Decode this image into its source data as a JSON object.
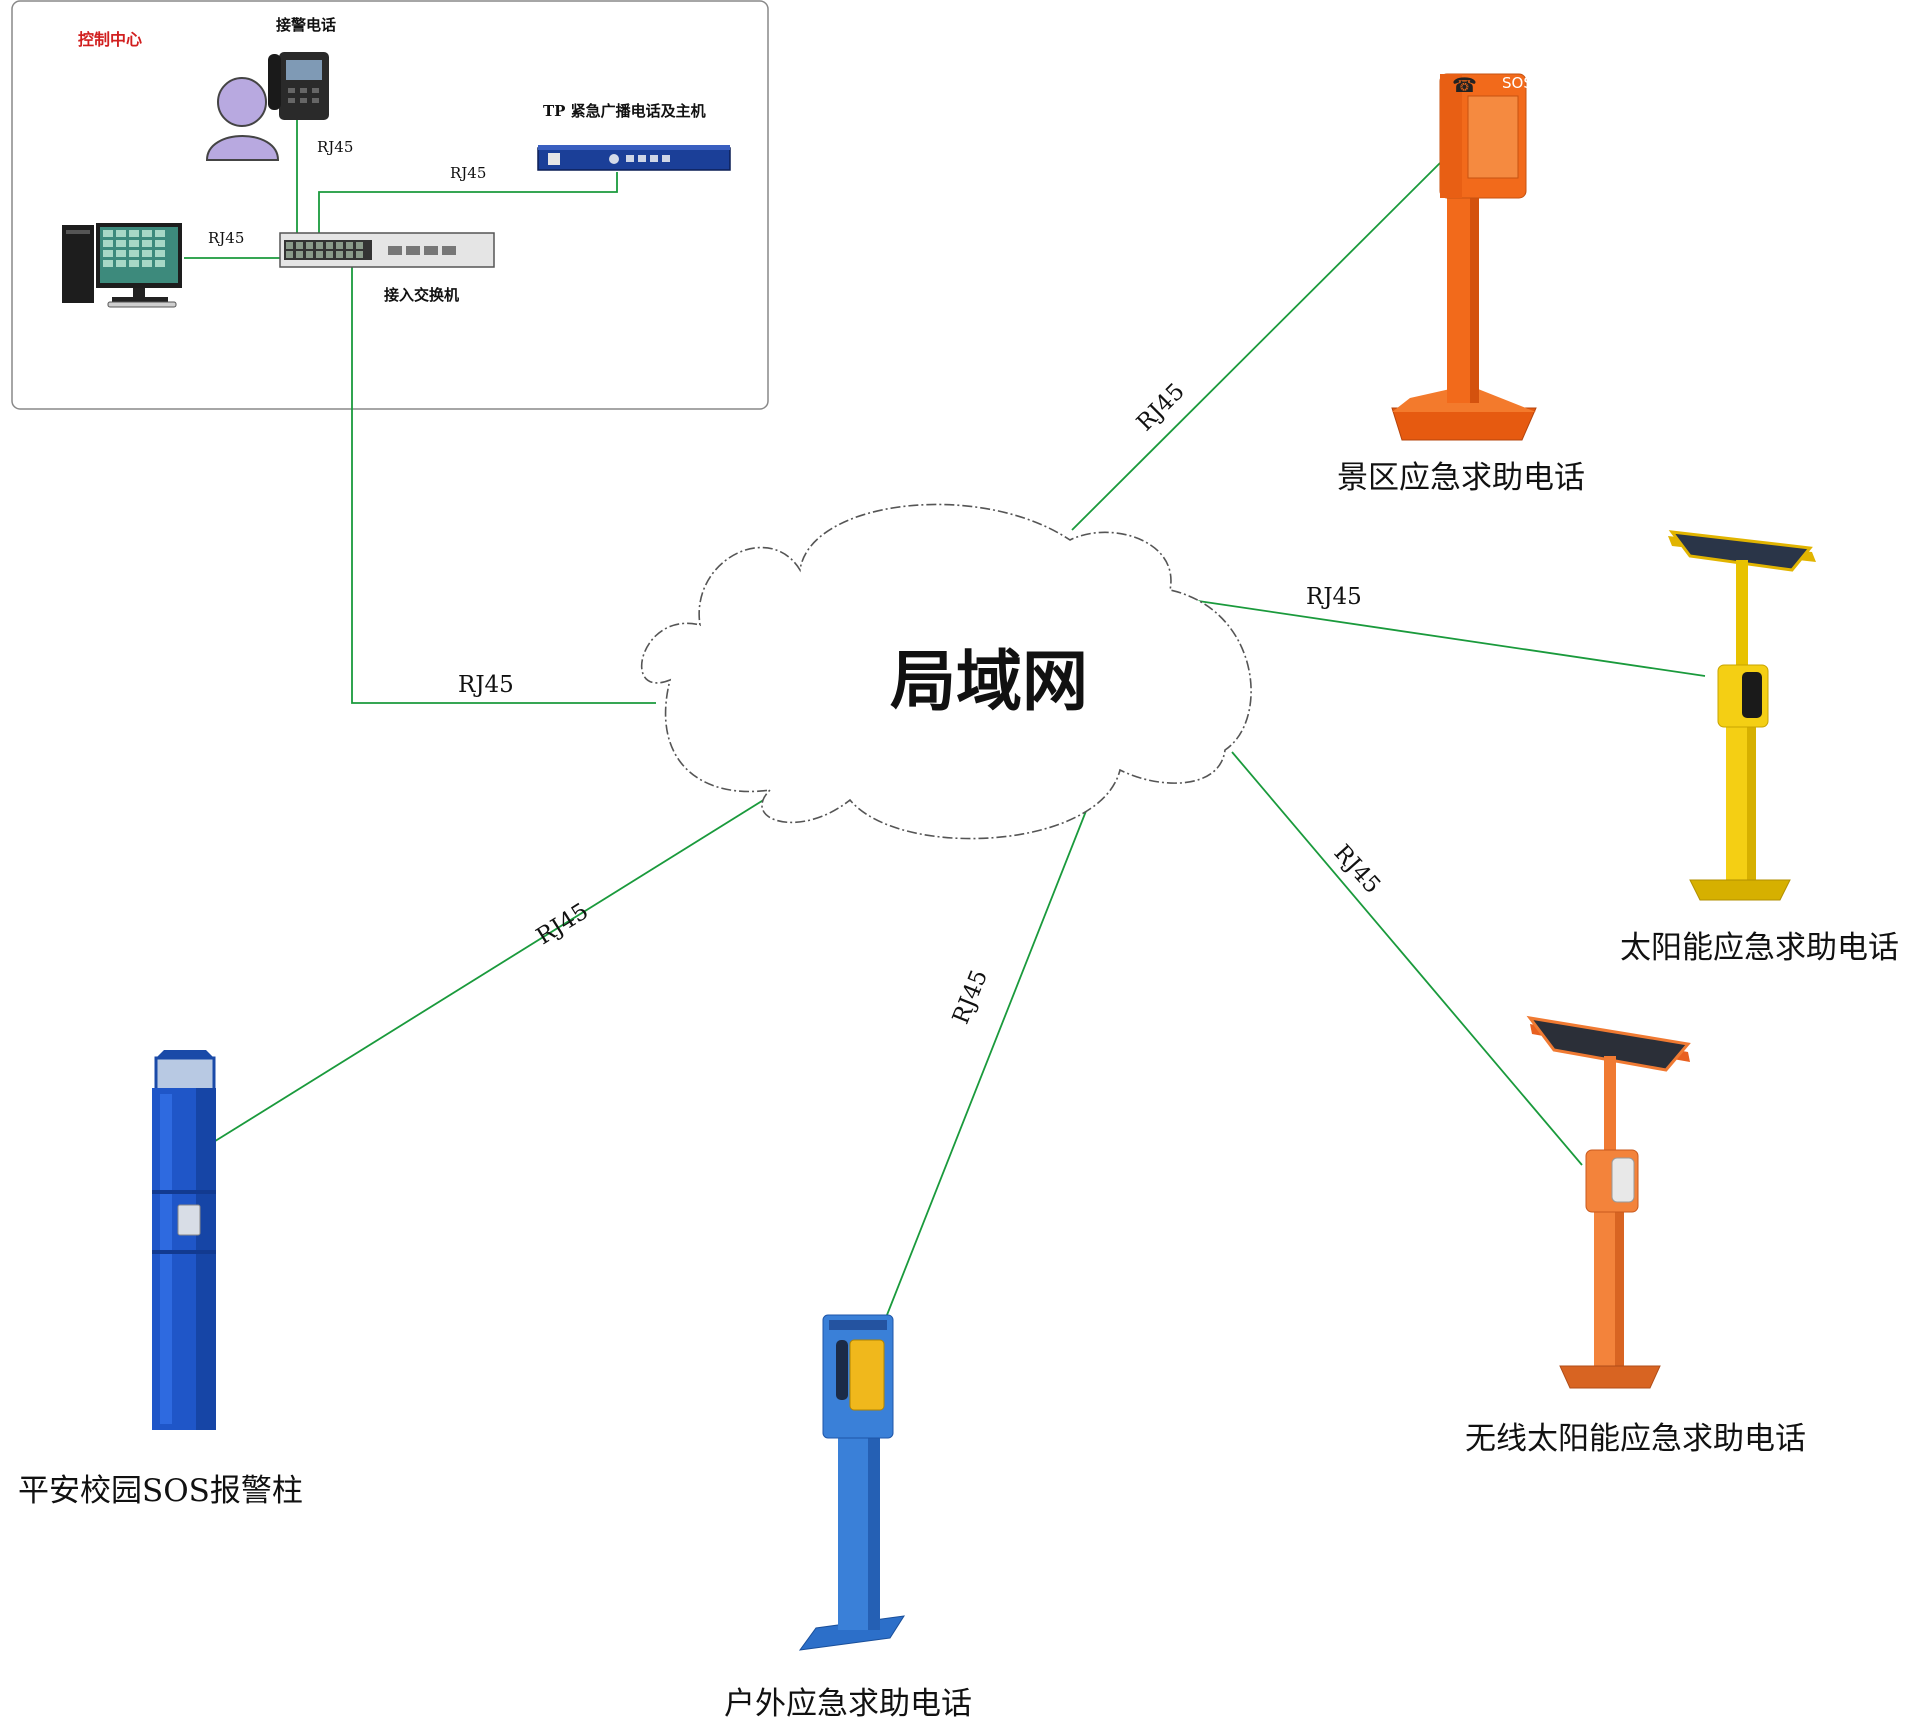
{
  "control_center": {
    "title": "控制中心",
    "phone_label": "接警电话",
    "host_label": "TP  紧急广播电话及主机",
    "switch_label": "接入交换机",
    "link_phone": "RJ45",
    "link_host": "RJ45",
    "link_pc": "RJ45"
  },
  "cloud": {
    "label": "局域网"
  },
  "links": {
    "switch_cloud": "RJ45",
    "scenic": "RJ45",
    "solar": "RJ45",
    "wireless_solar": "RJ45",
    "outdoor": "RJ45",
    "campus": "RJ45"
  },
  "devices": {
    "scenic": "景区应急求助电话",
    "solar": "太阳能应急求助电话",
    "wireless_solar": "无线太阳能应急求助电话",
    "outdoor": "户外应急求助电话",
    "campus": "平安校园SOS报警柱"
  },
  "colors": {
    "link": "#1a9a3c",
    "orange": "#f26a1b",
    "yellow": "#f4cf14",
    "blue": "#1f56c8",
    "border": "#777777"
  }
}
